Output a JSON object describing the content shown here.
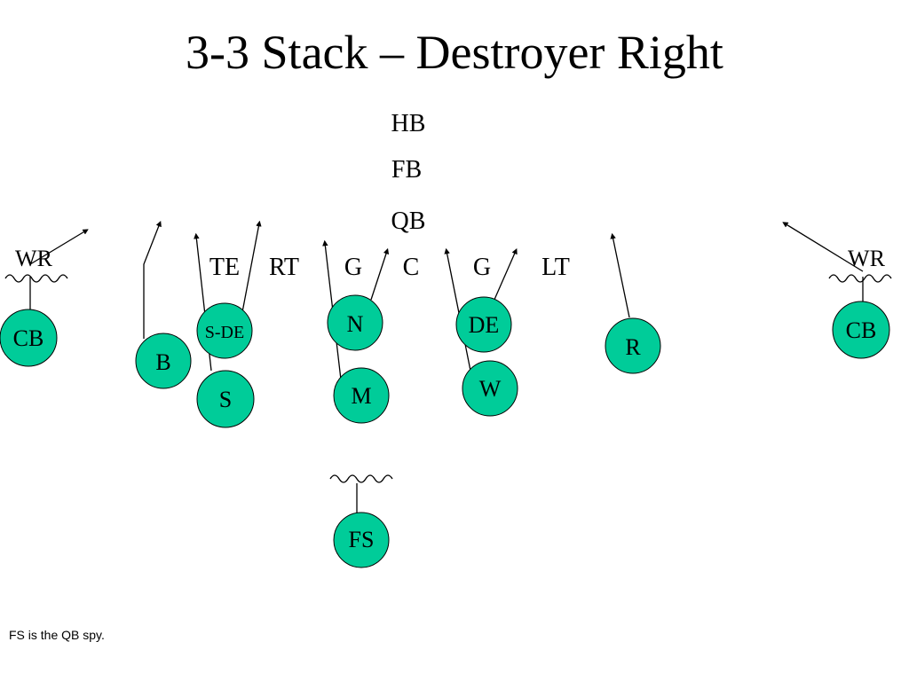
{
  "slide": {
    "title": "3-3 Stack – Destroyer Right",
    "footnote": "FS is the QB spy."
  },
  "colors": {
    "defender_fill": "#00CC99",
    "defender_stroke": "#000000",
    "line": "#000000"
  },
  "offense": {
    "backfield": [
      "HB",
      "FB",
      "QB"
    ],
    "line": [
      "TE",
      "RT",
      "G",
      "C",
      "G",
      "LT"
    ],
    "receivers": [
      "WR",
      "WR"
    ]
  },
  "defense": [
    "CB",
    "B",
    "S-DE",
    "S",
    "N",
    "M",
    "DE",
    "W",
    "R",
    "CB",
    "FS"
  ]
}
